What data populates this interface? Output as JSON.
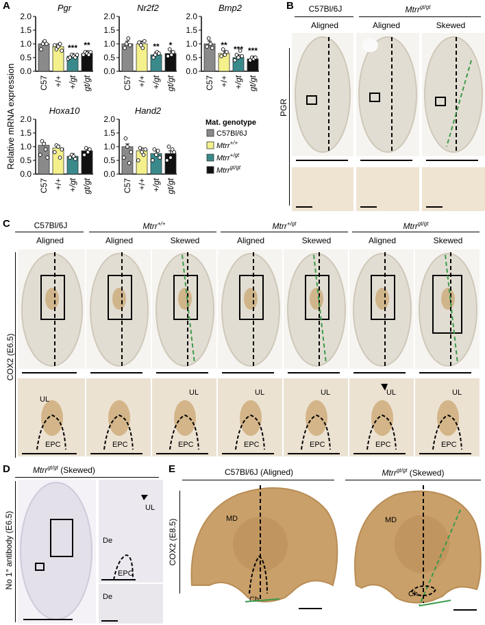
{
  "panels": {
    "A": "A",
    "B": "B",
    "C": "C",
    "D": "D",
    "E": "E"
  },
  "chart_data": {
    "type": "bar",
    "ylabel": "Relative mRNA expression",
    "ylim": [
      0,
      2.0
    ],
    "yticks": [
      "0.0",
      "0.5",
      "1.0",
      "1.5",
      "2.0"
    ],
    "categories": [
      "C57",
      "+/+",
      "+/gt",
      "gt/gt"
    ],
    "colors": [
      "#8a8a8a",
      "#f4f08c",
      "#3a8a8c",
      "#111111"
    ],
    "genes": [
      {
        "name": "Pgr",
        "values": [
          1.0,
          0.9,
          0.55,
          0.65
        ],
        "sig": [
          "",
          "",
          "***",
          "**"
        ],
        "points": [
          [
            0.8,
            1.0,
            1.1,
            1.0
          ],
          [
            0.95,
            0.8,
            0.9,
            1.0,
            0.75
          ],
          [
            0.45,
            0.5,
            0.6,
            0.55,
            0.5,
            0.6
          ],
          [
            0.6,
            0.7,
            0.65,
            0.6,
            0.7
          ]
        ]
      },
      {
        "name": "Nr2f2",
        "values": [
          1.0,
          1.0,
          0.6,
          0.65
        ],
        "sig": [
          "",
          "",
          "**",
          "*"
        ],
        "points": [
          [
            0.85,
            1.0,
            1.2,
            0.95
          ],
          [
            1.05,
            0.95,
            0.85,
            1.1
          ],
          [
            0.5,
            0.6,
            0.7,
            0.65
          ],
          [
            0.55,
            0.8,
            0.6,
            0.7
          ]
        ]
      },
      {
        "name": "Bmp2",
        "values": [
          1.0,
          0.65,
          0.5,
          0.45
        ],
        "sig": [
          "",
          "**",
          "***",
          "***"
        ],
        "points": [
          [
            0.9,
            1.2,
            1.0,
            0.85
          ],
          [
            0.55,
            0.8,
            0.6,
            0.7
          ],
          [
            0.4,
            0.6,
            0.5,
            0.75,
            0.55
          ],
          [
            0.4,
            0.5,
            0.45,
            0.5
          ]
        ]
      },
      {
        "name": "Hoxa10",
        "values": [
          1.05,
          0.95,
          0.65,
          0.85
        ],
        "sig": [
          "",
          "",
          "",
          ""
        ],
        "points": [
          [
            0.7,
            1.2,
            1.1,
            0.9,
            0.6
          ],
          [
            0.8,
            1.05,
            1.0,
            0.6,
            0.9
          ],
          [
            0.6,
            0.7,
            0.65,
            0.55
          ],
          [
            0.7,
            0.95,
            0.8,
            0.9
          ]
        ]
      },
      {
        "name": "Hand2",
        "values": [
          1.0,
          0.85,
          0.75,
          0.75
        ],
        "sig": [
          "",
          "",
          "",
          ""
        ],
        "points": [
          [
            0.6,
            1.3,
            1.0,
            0.4,
            0.8
          ],
          [
            0.5,
            0.95,
            0.8,
            0.7,
            0.9
          ],
          [
            0.5,
            0.9,
            0.7,
            0.85,
            0.6
          ],
          [
            0.5,
            1.0,
            0.6,
            0.9,
            0.8
          ]
        ]
      }
    ],
    "legend": {
      "title": "Mat. genotype",
      "entries": [
        {
          "label": "C57Bl/6J",
          "base": "C57Bl/6J",
          "sup": ""
        },
        {
          "label": "Mtrr+/+",
          "base": "Mtrr",
          "sup": "+/+"
        },
        {
          "label": "Mtrr+/gt",
          "base": "Mtrr",
          "sup": "+/gt"
        },
        {
          "label": "Mtrrgt/gt",
          "base": "Mtrr",
          "sup": "gt/gt"
        }
      ]
    }
  },
  "panelB": {
    "group1": "C57Bl/6J",
    "group2": {
      "base": "Mtrr",
      "sup": "gt/gt"
    },
    "cols": [
      "Aligned",
      "Aligned",
      "Skewed"
    ],
    "side_label": "PGR"
  },
  "panelC": {
    "groups": [
      {
        "base": "C57Bl/6J",
        "sup": ""
      },
      {
        "base": "Mtrr",
        "sup": "+/+"
      },
      {
        "base": "Mtrr",
        "sup": "+/gt"
      },
      {
        "base": "Mtrr",
        "sup": "gt/gt"
      }
    ],
    "cols": [
      "Aligned",
      "Aligned",
      "Skewed",
      "Aligned",
      "Skewed",
      "Aligned",
      "Skewed"
    ],
    "side_label": "COX2 (E6.5)",
    "ul": "UL",
    "epc": "EPC"
  },
  "panelD": {
    "title_base": "Mtrr",
    "title_sup": "gt/gt",
    "title_rest": " (Skewed)",
    "side_label": "No 1° antibody (E6.5)",
    "ul": "UL",
    "de": "De",
    "epc": "EPC"
  },
  "panelE": {
    "left_title": "C57Bl/6J (Aligned)",
    "right_base": "Mtrr",
    "right_sup": "gt/gt",
    "right_rest": " (Skewed)",
    "side_label": "COX2 (E8.5)",
    "md": "MD",
    "ch": "Ch"
  }
}
